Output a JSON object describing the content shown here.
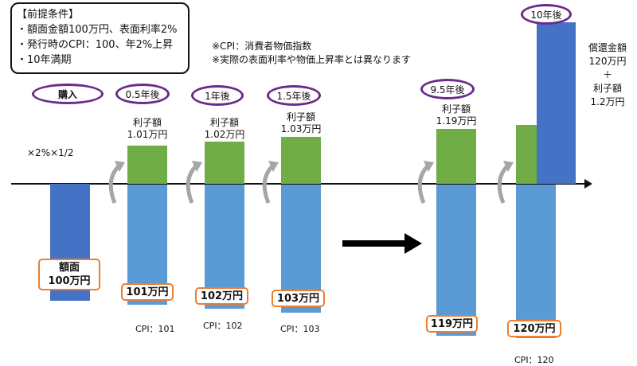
{
  "conditions": {
    "title": "【前提条件】",
    "lines": [
      "・額面金額100万円、表面利率2%",
      "・発行時のCPI：100、年2%上昇",
      "・10年満期"
    ]
  },
  "notes": [
    "※CPI：消費者物価指数",
    "※実際の表面利率や物価上昇率とは異なります"
  ],
  "multiplier": "×2%×1/2",
  "purchase": {
    "label": "購入",
    "box_line1": "額面",
    "box_line2": "100万円"
  },
  "periods": [
    {
      "label": "0.5年後",
      "interest_label": "利子額",
      "interest": "1.01万円",
      "principal": "101万円",
      "cpi": "CPI：101"
    },
    {
      "label": "1年後",
      "interest_label": "利子額",
      "interest": "1.02万円",
      "principal": "102万円",
      "cpi": "CPI：102"
    },
    {
      "label": "1.5年後",
      "interest_label": "利子額",
      "interest": "1.03万円",
      "principal": "103万円",
      "cpi": "CPI：103"
    },
    {
      "label": "9.5年後",
      "interest_label": "利子額",
      "interest": "1.19万円",
      "principal": "119万円"
    },
    {
      "principal": "120万円",
      "cpi": "CPI：120"
    }
  ],
  "maturity": {
    "label": "10年後",
    "redemption_label": "償還金額",
    "redemption": "120万円",
    "plus": "＋",
    "interest_label": "利子額",
    "interest": "1.2万円"
  },
  "colors": {
    "interest": "#70ad47",
    "principal": "#5b9bd5",
    "face": "#4472c4",
    "oval": "#6a2c8c",
    "box": "#ed7d31"
  }
}
